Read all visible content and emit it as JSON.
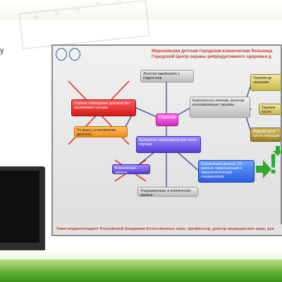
{
  "page": {
    "left_tag": "y"
  },
  "slide": {
    "title_line1": "Морозовская детская городская клиническая больница",
    "title_line2": "Городской Центр охраны репродуктивного здоровья д",
    "footer": "Член-корреспондент Российской Академии Естественных наук, профессор, доктор медицинских наук, рук",
    "nodes": {
      "center": "Стратегия",
      "top": "Лечение варикоцеле у подростков",
      "red": "Строгое соблюдение для всех без исключения случаев",
      "orange": "По факту установления диагноза",
      "purple_mid": "Выборочно-оперативная для части случаев",
      "blue_small": "Клинические данные",
      "right_combo": "Комплексное лечение, включая консервативную терапию",
      "right_blue": "Клинические данные, УЗ - данные, гормональный и иммунологический спермиология",
      "bottom": "Ультразвуковые и клинические данные",
      "r1": "Терапия до операции",
      "r2": "Терапия после",
      "r3": "Терапия до и после операции"
    }
  },
  "colors": {
    "accent_red": "#c0392b",
    "accent_green": "#2ea82e"
  }
}
